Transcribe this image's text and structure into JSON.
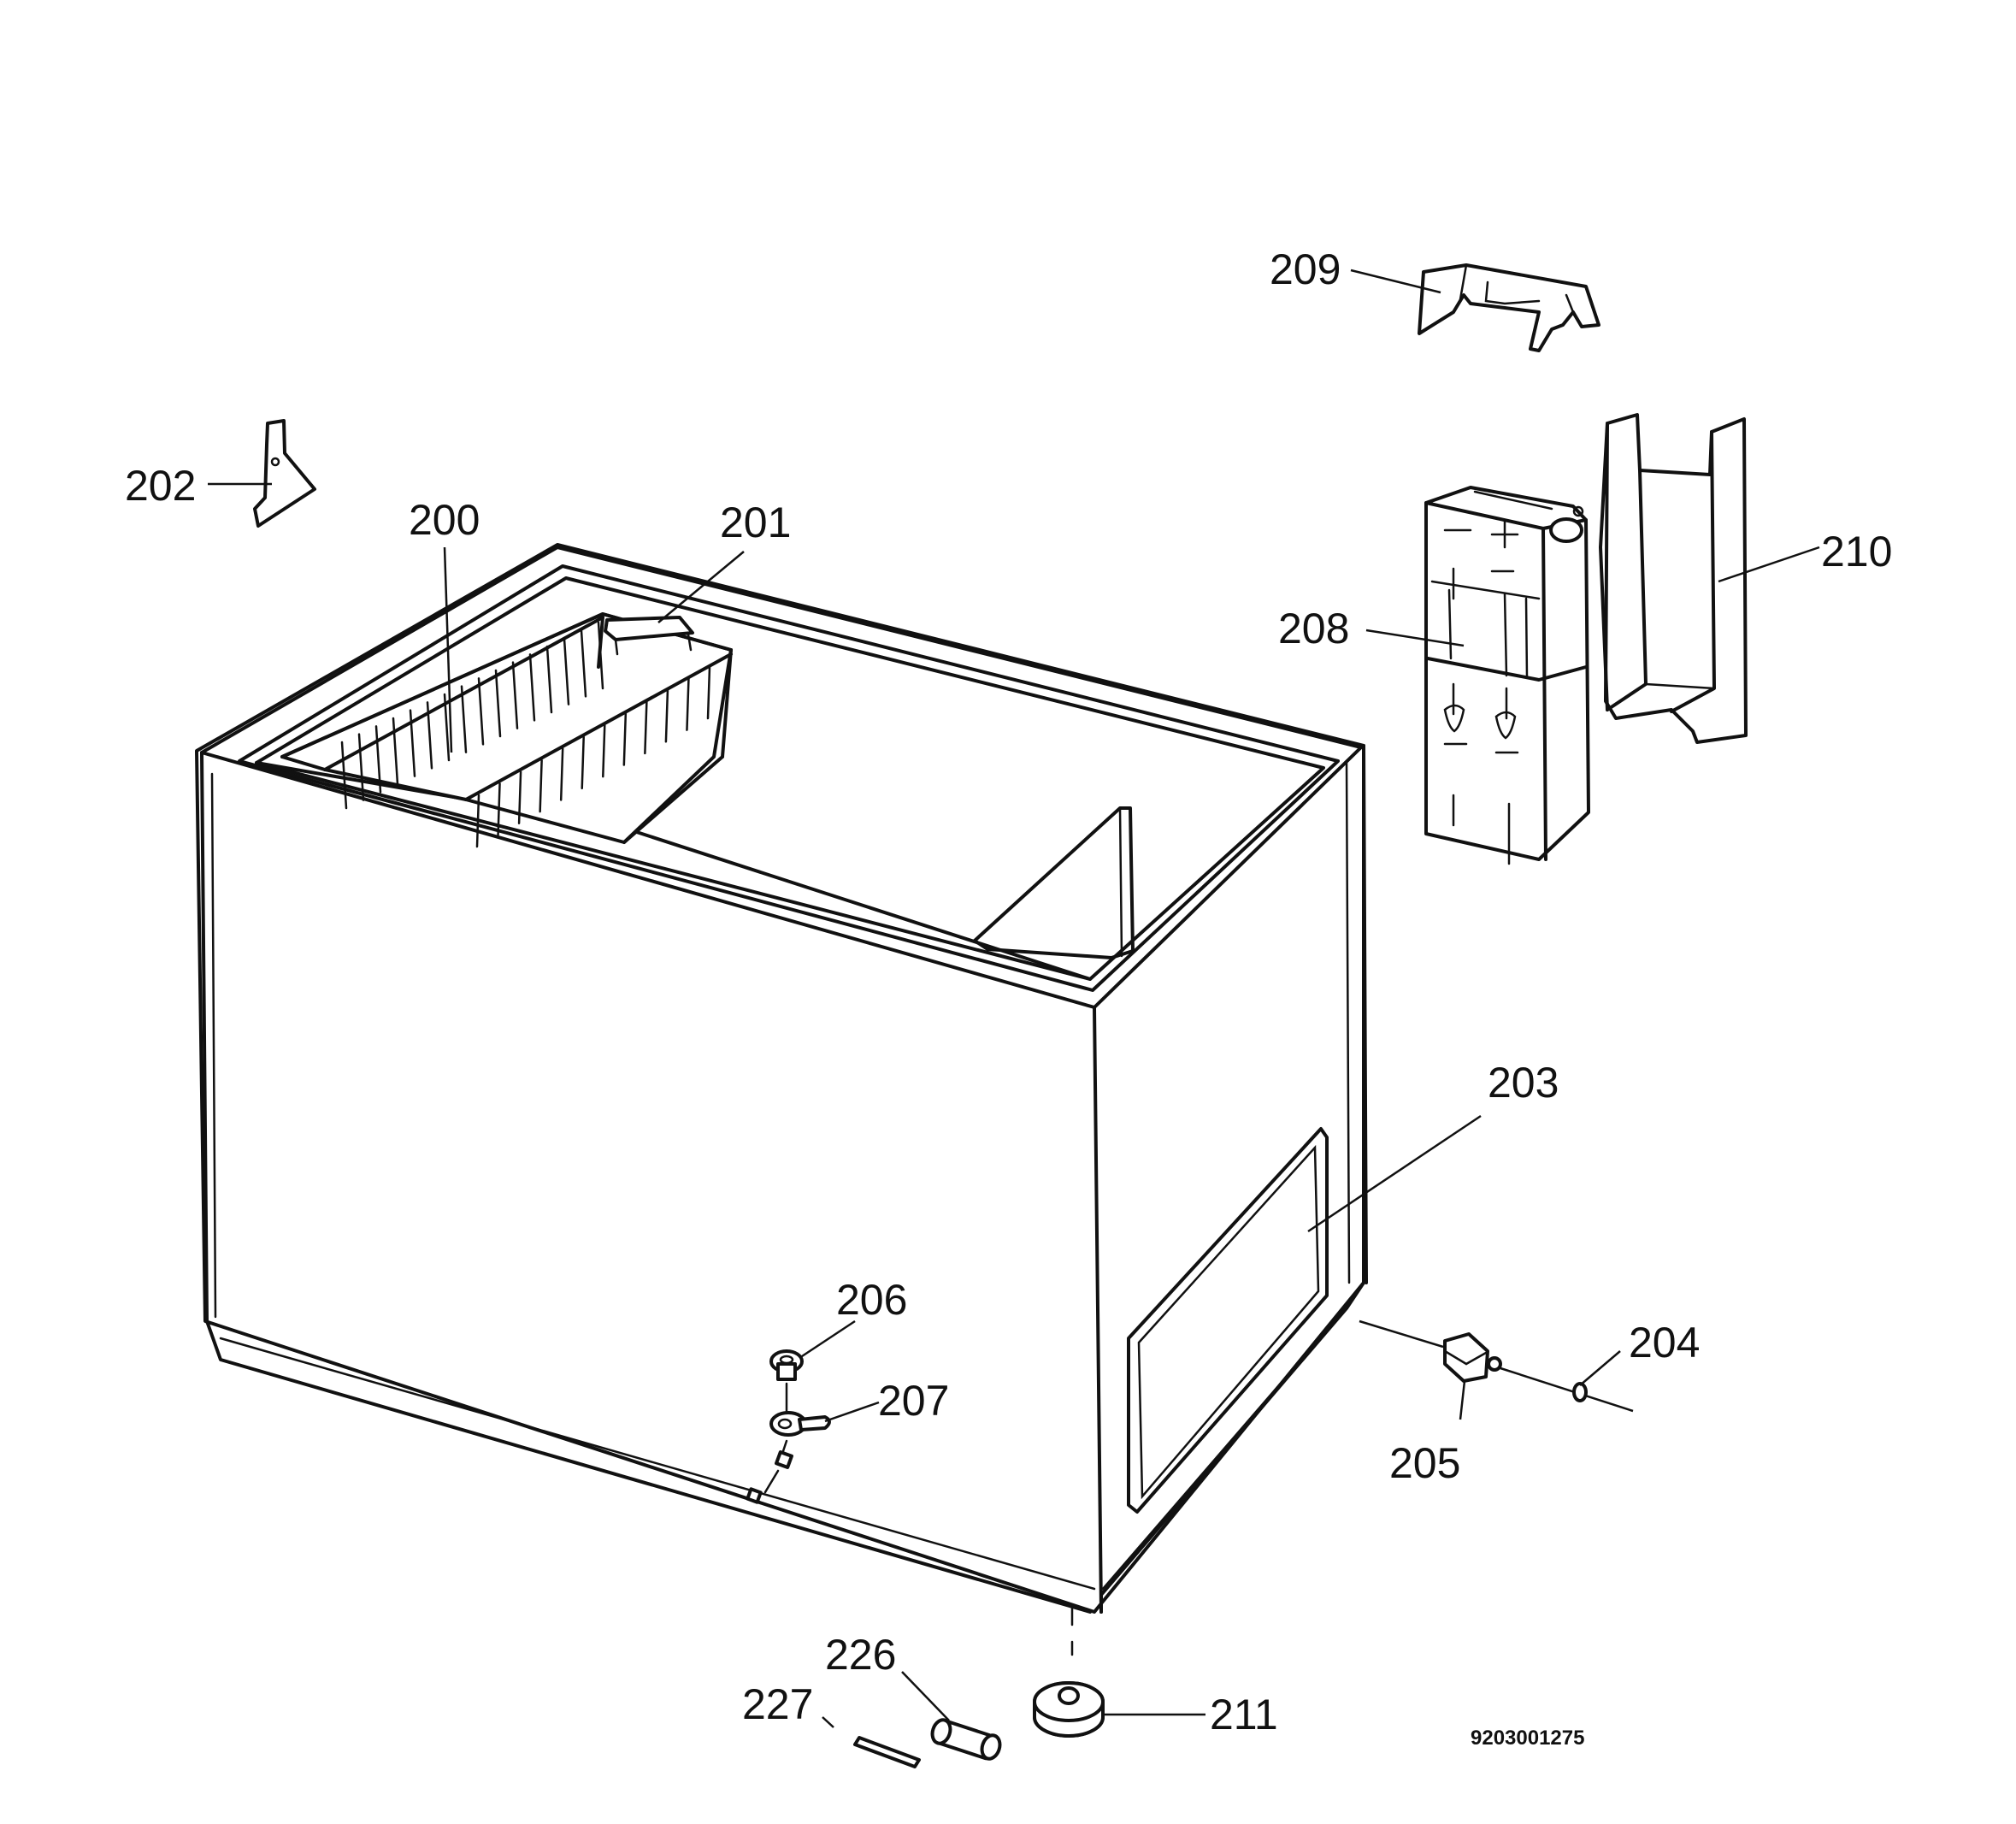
{
  "labels": {
    "p200": "200",
    "p201": "201",
    "p202": "202",
    "p203": "203",
    "p204": "204",
    "p205": "205",
    "p206": "206",
    "p207": "207",
    "p208": "208",
    "p209": "209",
    "p210": "210",
    "p211": "211",
    "p226": "226",
    "p227": "227"
  },
  "drawing_code": "9203001275"
}
